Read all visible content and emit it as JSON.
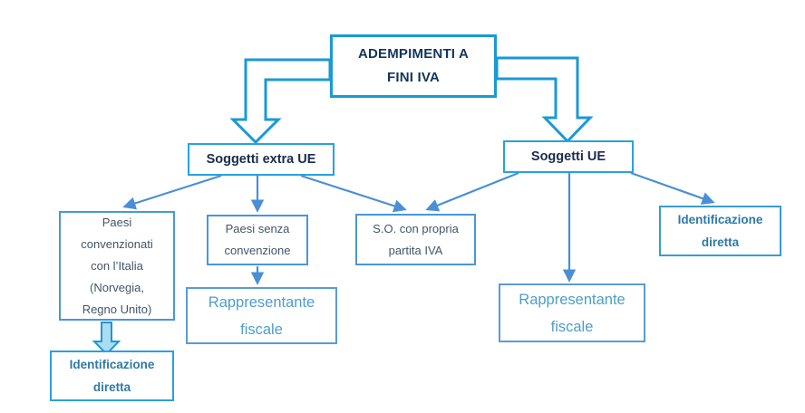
{
  "diagram": {
    "title": "ADEMPIMENTI A FINI IVA",
    "colors": {
      "accent_cyan": "#1999d6",
      "connector_blue": "#4a8fd6",
      "box_border_light": "#5b9bd5",
      "text_dark_navy": "#12355b",
      "text_gray_blue": "#44546a",
      "text_teal_bold": "#2e79a6",
      "text_light_blue": "#4f9dca",
      "small_block_arrow_fill": "#aadcf2"
    },
    "nodes": {
      "root": {
        "label": "ADEMPIMENTI A\nFINI IVA"
      },
      "extra_ue": {
        "label": "Soggetti extra UE"
      },
      "ue": {
        "label": "Soggetti UE"
      },
      "paesi_convenzionati": {
        "label": "Paesi\nconvenzionati\ncon l’Italia\n(Norvegia,\nRegno Unito)"
      },
      "paesi_senza_convenzione": {
        "label": "Paesi senza\nconvenzione"
      },
      "so_partita_iva": {
        "label": "S.O. con propria\npartita IVA"
      },
      "identificazione_diretta_dx": {
        "label": "Identificazione\ndiretta"
      },
      "rappresentante_fiscale_sx": {
        "label": "Rappresentante\nfiscale"
      },
      "rappresentante_fiscale_dx": {
        "label": "Rappresentante\nfiscale"
      },
      "identificazione_diretta_sx": {
        "label": "Identificazione\ndiretta"
      }
    },
    "edges": [
      {
        "from": "root",
        "to": "extra_ue",
        "style": "block-arrow"
      },
      {
        "from": "root",
        "to": "ue",
        "style": "block-arrow"
      },
      {
        "from": "extra_ue",
        "to": "paesi_convenzionati",
        "style": "arrow"
      },
      {
        "from": "extra_ue",
        "to": "paesi_senza_convenzione",
        "style": "arrow"
      },
      {
        "from": "extra_ue",
        "to": "so_partita_iva",
        "style": "arrow"
      },
      {
        "from": "ue",
        "to": "so_partita_iva",
        "style": "arrow"
      },
      {
        "from": "ue",
        "to": "rappresentante_fiscale_dx",
        "style": "arrow"
      },
      {
        "from": "ue",
        "to": "identificazione_diretta_dx",
        "style": "arrow"
      },
      {
        "from": "paesi_senza_convenzione",
        "to": "rappresentante_fiscale_sx",
        "style": "arrow"
      },
      {
        "from": "paesi_convenzionati",
        "to": "identificazione_diretta_sx",
        "style": "small-block-arrow"
      }
    ]
  }
}
